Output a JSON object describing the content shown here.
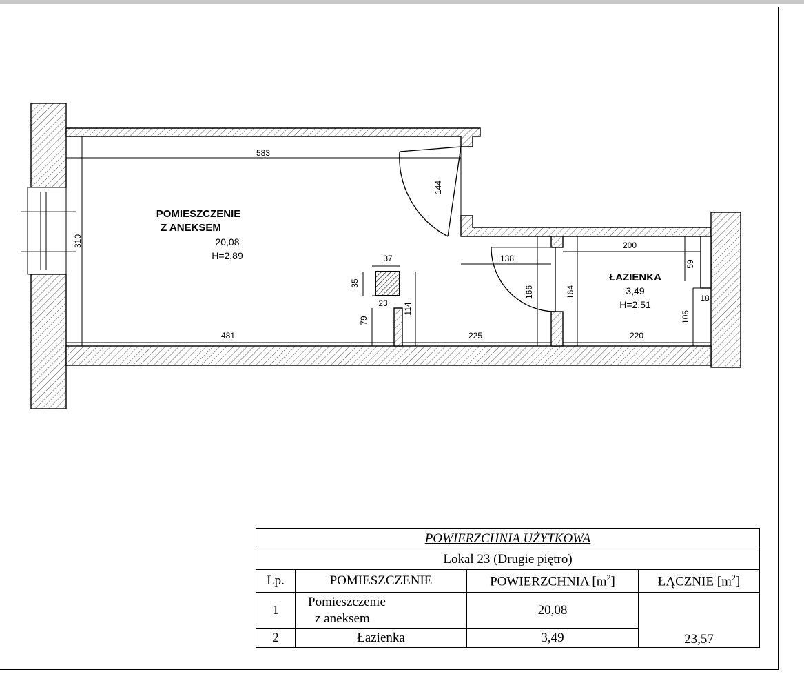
{
  "plan": {
    "rooms": [
      {
        "name_line1": "POMIESZCZENIE",
        "name_line2": "Z ANEKSEM",
        "area": "20,08",
        "height": "H=2,89"
      },
      {
        "name_line1": "ŁAZIENKA",
        "area": "3,49",
        "height": "H=2,51"
      }
    ],
    "dimensions": {
      "top_width": "583",
      "left_height": "310",
      "door_right": "144",
      "shaft_width": "37",
      "shaft_height": "35",
      "shaft_gap": "23",
      "shaft_low": "79",
      "shaft_side": "114",
      "bottom_left": "481",
      "bottom_mid": "225",
      "corridor": "138",
      "door_bath": "166",
      "bath_height": "164",
      "bath_width_top": "200",
      "bath_small": "59",
      "bath_tiny": "18",
      "bath_side": "105",
      "bath_width_bottom": "220"
    }
  },
  "table": {
    "title": "POWIERZCHNIA UŻYTKOWA",
    "subtitle": "Lokal 23 (Drugie piętro)",
    "headers": {
      "lp": "Lp.",
      "room": "POMIESZCZENIE",
      "area": "POWIERZCHNIA [m",
      "total": "ŁĄCZNIE [m",
      "sup": "2",
      "close": "]"
    },
    "rows": [
      {
        "lp": "1",
        "room_line1": "Pomieszczenie",
        "room_line2": "z aneksem",
        "area": "20,08"
      },
      {
        "lp": "2",
        "room": "Łazienka",
        "area": "3,49"
      }
    ],
    "total": "23,57"
  }
}
